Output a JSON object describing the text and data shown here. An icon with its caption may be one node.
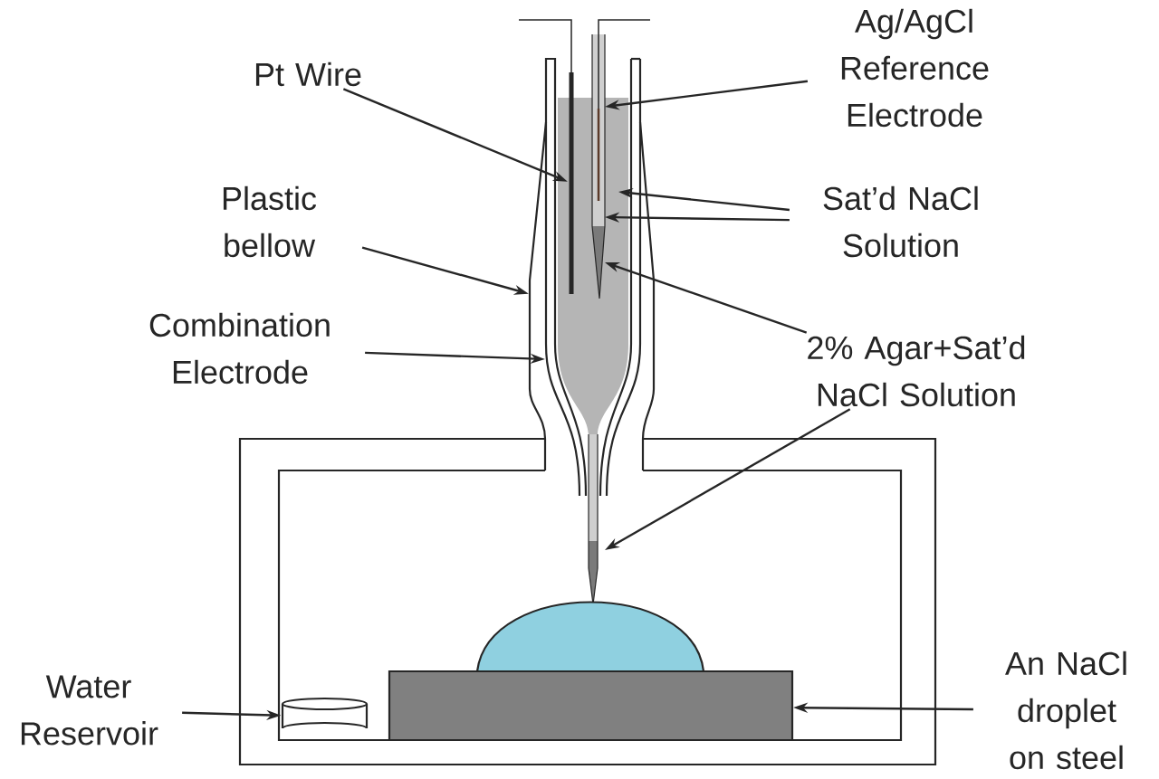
{
  "diagram": {
    "nodes": [
      {
        "text": [
          "Pt Wire"
        ]
      },
      {
        "text": [
          "Ag/AgCl Reference Electrode"
        ]
      },
      {
        "text": [
          "Plastic bellow"
        ]
      },
      {
        "text": [
          "Sat’d NaCl Solution"
        ]
      },
      {
        "text": [
          "Combination Electrode"
        ]
      },
      {
        "text": [
          "2% Agar+Sat’d NaCl Solution"
        ]
      },
      {
        "text": [
          "Water Reservoir"
        ]
      },
      {
        "text": [
          "An NaCl droplet on steel"
        ]
      },
      {
        "text": [],
        "shape": "cylinder"
      },
      {
        "text": [],
        "shape": "box"
      },
      {
        "text": [],
        "shape": "bellow"
      },
      {
        "text": [],
        "shape": "wire"
      },
      {
        "text": [],
        "shape": "tube"
      }
    ],
    "edges": [
      {
        "from": 0,
        "to": 11,
        "arrow": "to"
      },
      {
        "from": 1,
        "to": null,
        "arrow": "to"
      },
      {
        "from": 2,
        "to": 10,
        "arrow": "to"
      },
      {
        "from": 3,
        "to": null,
        "arrow": "to"
      },
      {
        "from": 3,
        "to": null,
        "arrow": "to"
      },
      {
        "from": 4,
        "to": 12,
        "arrow": "to"
      },
      {
        "from": 5,
        "to": null,
        "arrow": "to"
      },
      {
        "from": 5,
        "to": null,
        "arrow": "to"
      },
      {
        "from": 6,
        "to": 8,
        "arrow": "to"
      },
      {
        "from": 7,
        "to": 9,
        "arrow": "to"
      }
    ]
  }
}
